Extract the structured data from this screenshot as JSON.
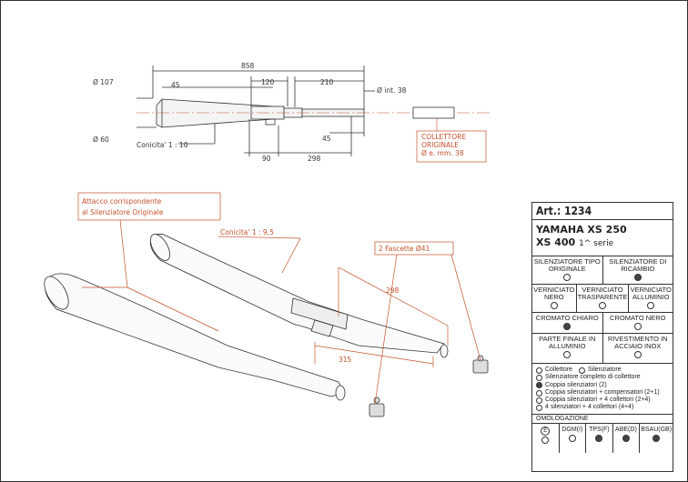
{
  "top_drawing": {
    "dims": {
      "overall": "858",
      "d107": "Ø 107",
      "d45_top": "45",
      "d120": "120",
      "d210": "210",
      "dint38": "Ø int. 38",
      "d60": "Ø 60",
      "conicita_top": "Conicita' 1 : 10",
      "d45_bottom": "45",
      "d90": "90",
      "d298": "298"
    },
    "collettore_label": [
      "COLLETTORE",
      "ORIGINALE",
      "Ø e. mm. 38"
    ]
  },
  "bottom_drawing": {
    "attacco_label": [
      "Attacco corrispondente",
      "al Silenziatore Originale"
    ],
    "conicita": "Conicita' 1 : 9,5",
    "fascette": "2 Fascette Ø41",
    "d298": "298",
    "d315": "315"
  },
  "info": {
    "art_prefix": "Art.:",
    "art_number": "1234",
    "model_line1": "YAMAHA XS 250",
    "model_line2": "XS 400",
    "model_line2_suffix": "1^ serie",
    "row1": [
      {
        "label": "Silenziatore tipo originale",
        "selected": false
      },
      {
        "label": "Silenziatore di ricambio",
        "selected": true
      }
    ],
    "row2": [
      {
        "label": "Verniciato nero",
        "selected": false
      },
      {
        "label": "Verniciato trasparente",
        "selected": false
      },
      {
        "label": "Verniciato alluminio",
        "selected": false
      }
    ],
    "row3": [
      {
        "label": "Cromato chiaro",
        "selected": true
      },
      {
        "label": "Cromato nero",
        "selected": false
      }
    ],
    "row4": [
      {
        "label": "Parte finale in alluminio",
        "selected": false
      },
      {
        "label": "Rivestimento in acciaio inox",
        "selected": false
      }
    ],
    "options_first_line": [
      {
        "label": "Collettore",
        "selected": false
      },
      {
        "label": "Silenziatore",
        "selected": false
      }
    ],
    "options": [
      {
        "label": "Silenziatore completo di collettore",
        "selected": false
      },
      {
        "label": "Coppia silenziatori (2)",
        "selected": true
      },
      {
        "label": "Coppia silenziatori + compensatori (2+1)",
        "selected": false
      },
      {
        "label": "Coppia silenziatori + 4 collettori (2+4)",
        "selected": false
      },
      {
        "label": "4 silenziatori + 4 collettori (4+4)",
        "selected": false
      }
    ],
    "omologazione_title": "Omologazione",
    "omologazione": [
      {
        "label": "E",
        "selected": false
      },
      {
        "label": "DGM(I)",
        "selected": false
      },
      {
        "label": "TPS(F)",
        "selected": true
      },
      {
        "label": "ABE(D)",
        "selected": true
      },
      {
        "label": "BSAU(GB)",
        "selected": true
      }
    ]
  },
  "colors": {
    "line": "#333333",
    "callout": "#c4512a"
  }
}
